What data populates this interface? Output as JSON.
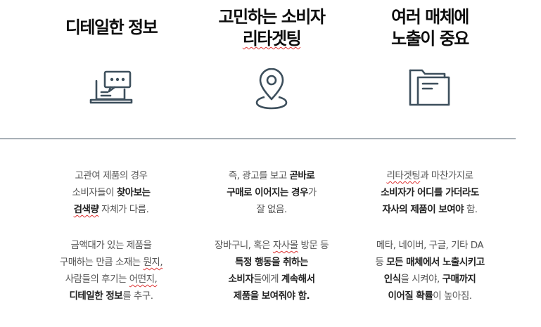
{
  "columns": [
    {
      "title_lines": [
        "디테일한 정보"
      ],
      "icon": "laptop-chat-icon",
      "para1": [
        [
          {
            "t": "고관여 제품의 경우",
            "b": false
          }
        ],
        [
          {
            "t": "소비자들이 ",
            "b": false
          },
          {
            "t": "찾아보는",
            "b": true
          }
        ],
        [
          {
            "t": "검색량",
            "b": true,
            "s": true
          },
          {
            "t": " 자체가 다름.",
            "b": false
          }
        ]
      ],
      "para2": [
        [
          {
            "t": "금액대가 있는 제품을",
            "b": false
          }
        ],
        [
          {
            "t": "구매하는 만큼 소재는 ",
            "b": false
          },
          {
            "t": "뭔지,",
            "b": false,
            "s": true
          }
        ],
        [
          {
            "t": "사람들의 후기는 ",
            "b": false
          },
          {
            "t": "어떤지,",
            "b": false,
            "s": true
          }
        ],
        [
          {
            "t": "디테일한 정보",
            "b": true
          },
          {
            "t": "를 추구.",
            "b": false
          }
        ]
      ]
    },
    {
      "title_lines": [
        "고민하는 소비자",
        "리타겟팅"
      ],
      "icon": "location-pin-icon",
      "para1": [
        [
          {
            "t": "즉, 광고를 보고 ",
            "b": false
          },
          {
            "t": "곧바로",
            "b": true
          }
        ],
        [
          {
            "t": "구매로 이어지는 경우",
            "b": true
          },
          {
            "t": "가",
            "b": false
          }
        ],
        [
          {
            "t": "잘 없음.",
            "b": false
          }
        ]
      ],
      "para2": [
        [
          {
            "t": "장바구니, 혹은 ",
            "b": false
          },
          {
            "t": "자사몰",
            "b": false,
            "s": true
          },
          {
            "t": " 방문 등",
            "b": false
          }
        ],
        [
          {
            "t": "특정 행동을 취하는",
            "b": true
          }
        ],
        [
          {
            "t": "소비자",
            "b": true
          },
          {
            "t": "들에게 ",
            "b": false
          },
          {
            "t": "계속해서",
            "b": true
          }
        ],
        [
          {
            "t": "제품을 보여줘야 함.",
            "b": true
          }
        ]
      ]
    },
    {
      "title_lines": [
        "여러 매체에",
        "노출이 중요"
      ],
      "icon": "folder-icon",
      "para1": [
        [
          {
            "t": "리타겟팅",
            "b": false,
            "s": true
          },
          {
            "t": "과 마찬가지로",
            "b": false
          }
        ],
        [
          {
            "t": "소비자가 어디를 가더라도",
            "b": true
          }
        ],
        [
          {
            "t": "자사의 제품이 보여야",
            "b": true
          },
          {
            "t": " 함.",
            "b": false
          }
        ]
      ],
      "para2": [
        [
          {
            "t": "메타, 네이버, 구글, 기타 DA",
            "b": false
          }
        ],
        [
          {
            "t": "등 ",
            "b": false
          },
          {
            "t": "모든 매체에서 노출시키고",
            "b": true
          }
        ],
        [
          {
            "t": "인식",
            "b": true
          },
          {
            "t": "을 시켜야, ",
            "b": false
          },
          {
            "t": "구매까지",
            "b": true
          }
        ],
        [
          {
            "t": "이어질 확률",
            "b": true
          },
          {
            "t": "이 높아짐.",
            "b": false
          }
        ]
      ]
    }
  ],
  "colors": {
    "icon_stroke": "#3d4f5c",
    "divider": "#3d4f5c",
    "body_text": "#555555",
    "bold_text": "#222222"
  }
}
